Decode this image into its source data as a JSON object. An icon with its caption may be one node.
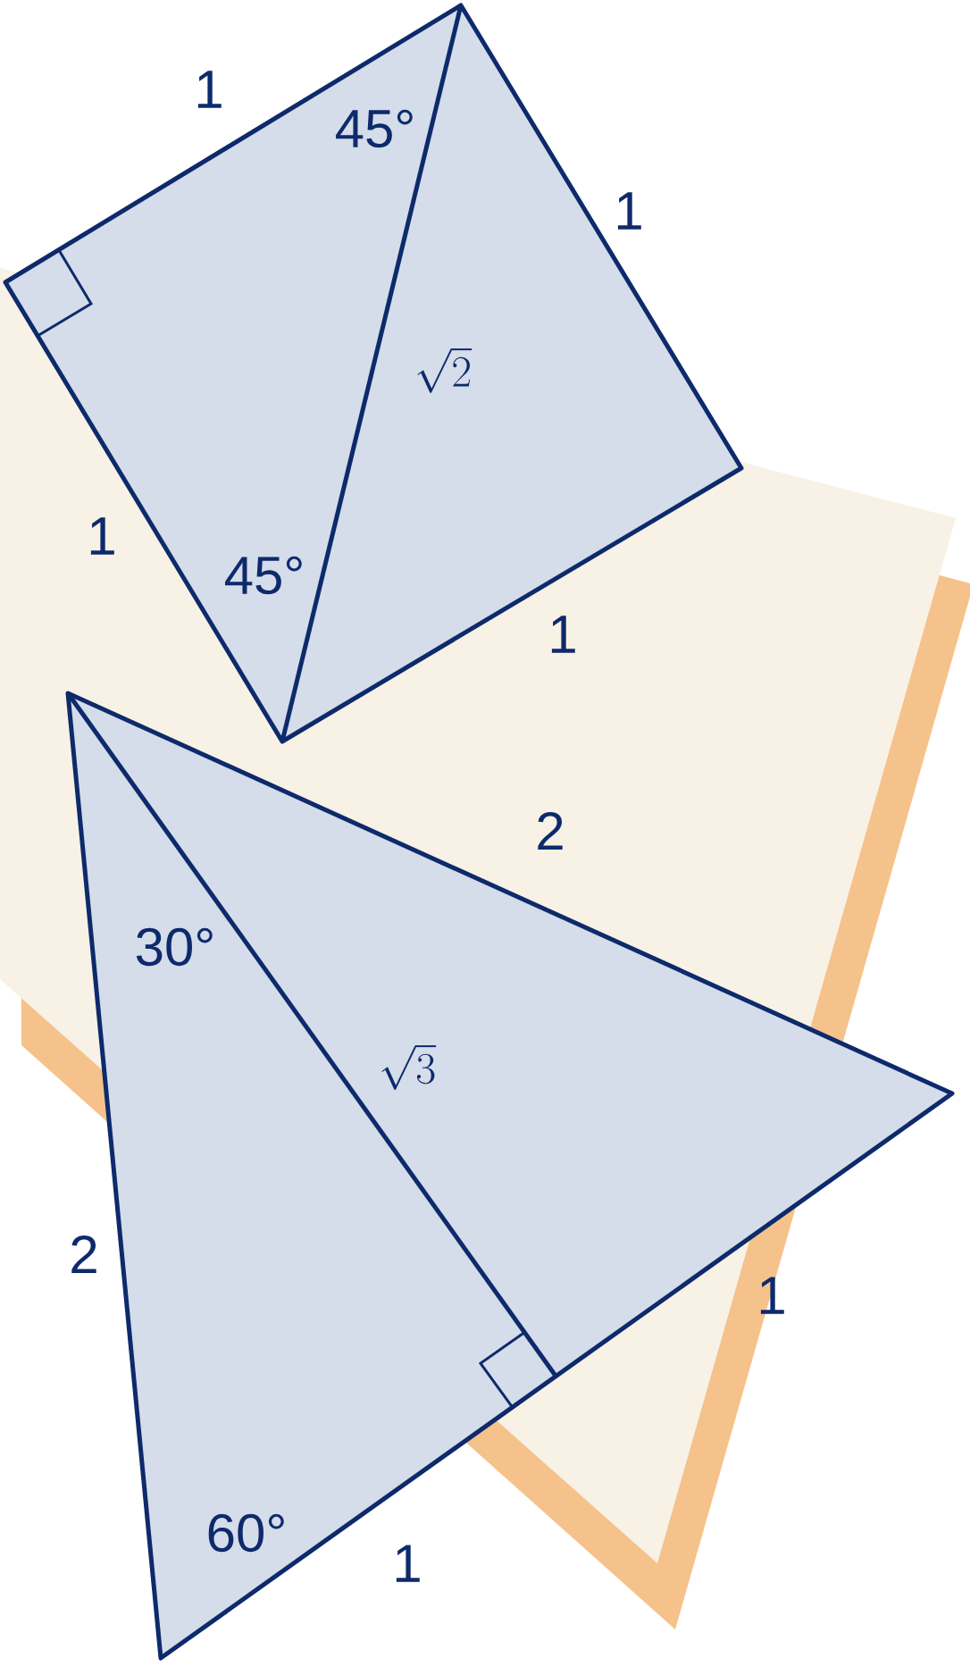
{
  "diagram": {
    "labels": [
      "1",
      "45°",
      "1",
      "\\sqrt{2}",
      "1",
      "45°",
      "1",
      "2",
      "30°",
      "\\sqrt{3}",
      "2",
      "1",
      "60°",
      "1"
    ]
  }
}
